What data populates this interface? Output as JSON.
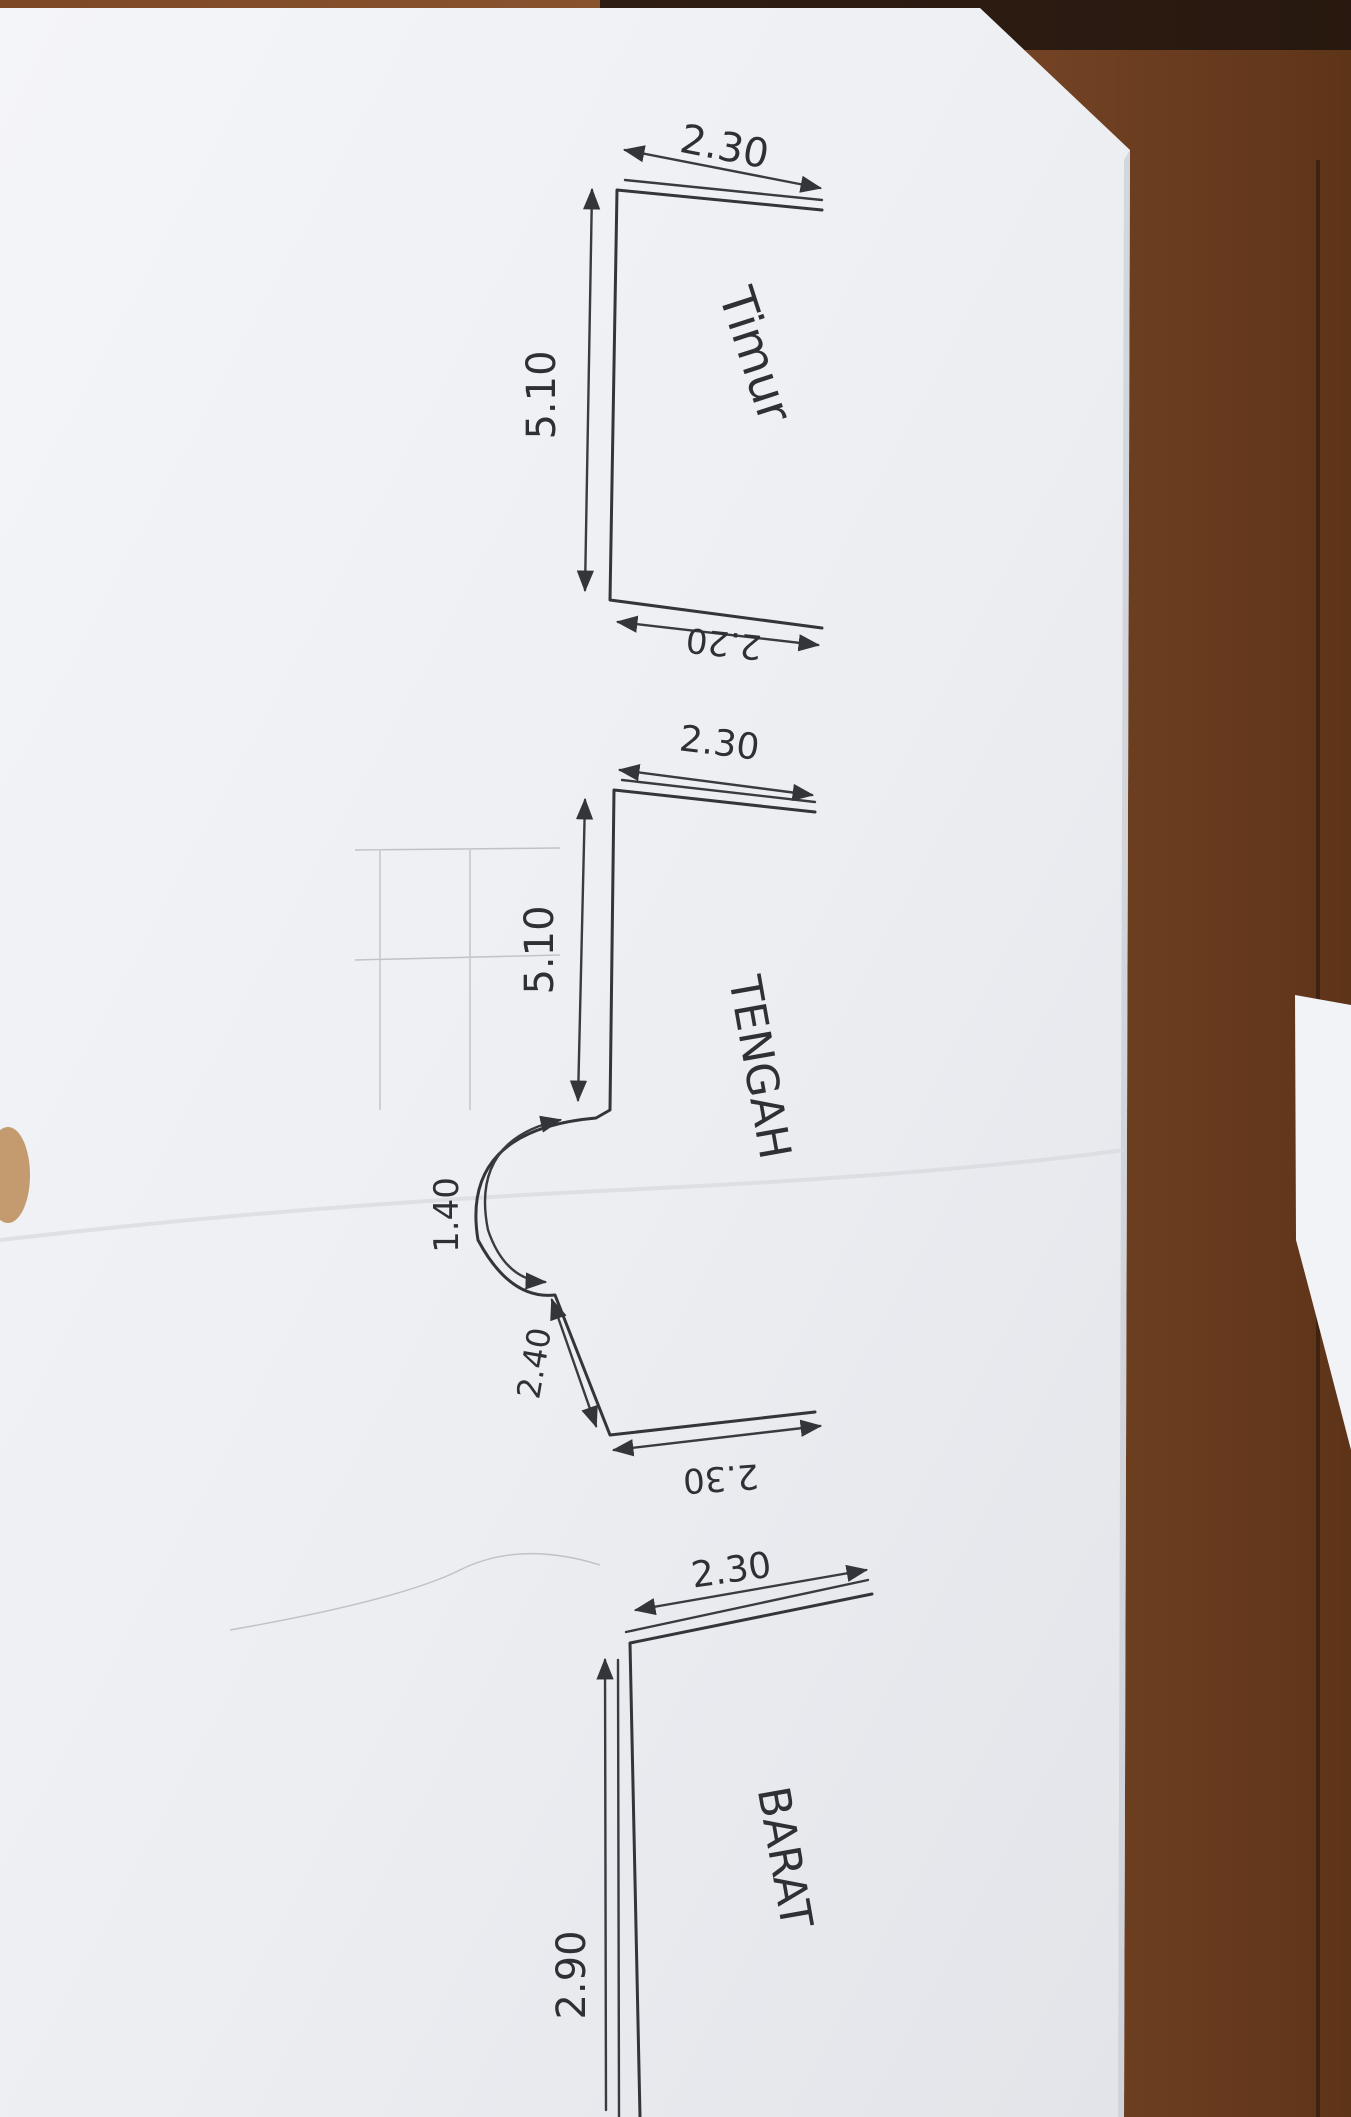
{
  "photo": {
    "subject": "handwritten-dimension-sketch",
    "colors": {
      "table": "#7a4524",
      "table_dark": "#4d2a14",
      "paper": "#f1f2f5",
      "ink": "#2f2f36"
    }
  },
  "sections": {
    "timur": {
      "name": "Timur",
      "top_width": "2.30",
      "length": "5.10",
      "bottom_width": "2.20"
    },
    "tengah": {
      "name": "TENGAH",
      "top_width": "2.30",
      "length": "5.10",
      "arc": "1.40",
      "side": "2.40",
      "bottom_width": "2.30"
    },
    "barat": {
      "name": "BARAT",
      "top_width": "2.30",
      "length": "2.90"
    }
  }
}
